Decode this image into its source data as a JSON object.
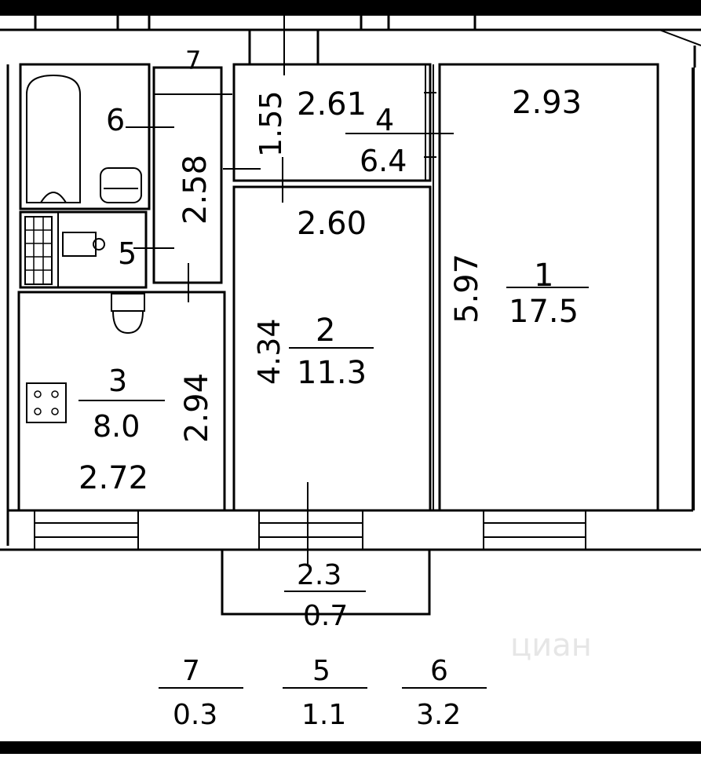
{
  "plan": {
    "rooms": [
      {
        "id": "1",
        "number": "1",
        "area": "17.5",
        "width": "2.93",
        "length": "5.97"
      },
      {
        "id": "2",
        "number": "2",
        "area": "11.3",
        "width": "2.60",
        "length": "4.34"
      },
      {
        "id": "3",
        "number": "3",
        "area": "8.0",
        "width": "2.72",
        "length": "2.94"
      },
      {
        "id": "4",
        "number": "4",
        "area": "6.4",
        "width": "2.61",
        "length": "1.55"
      },
      {
        "id": "5",
        "number": "5"
      },
      {
        "id": "6",
        "number": "6"
      },
      {
        "id": "7",
        "number": "7",
        "length": "2.58"
      }
    ],
    "balcony": {
      "number": "2.3",
      "area": "0.7"
    },
    "legend": [
      {
        "number": "7",
        "area": "0.3"
      },
      {
        "number": "5",
        "area": "1.1"
      },
      {
        "number": "6",
        "area": "3.2"
      }
    ],
    "watermark": "циан"
  }
}
